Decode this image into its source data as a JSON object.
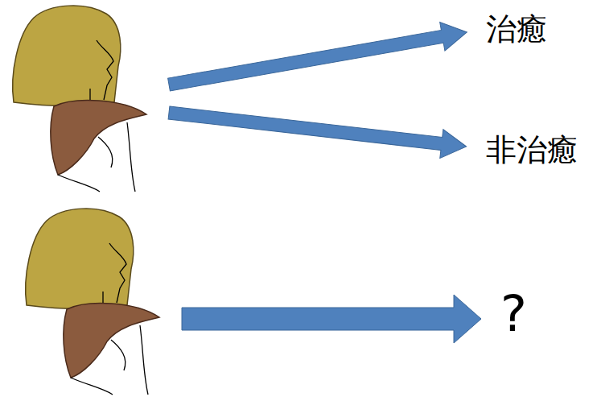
{
  "diagram": {
    "labels": [
      "治癒",
      "非治癒",
      "?"
    ]
  }
}
